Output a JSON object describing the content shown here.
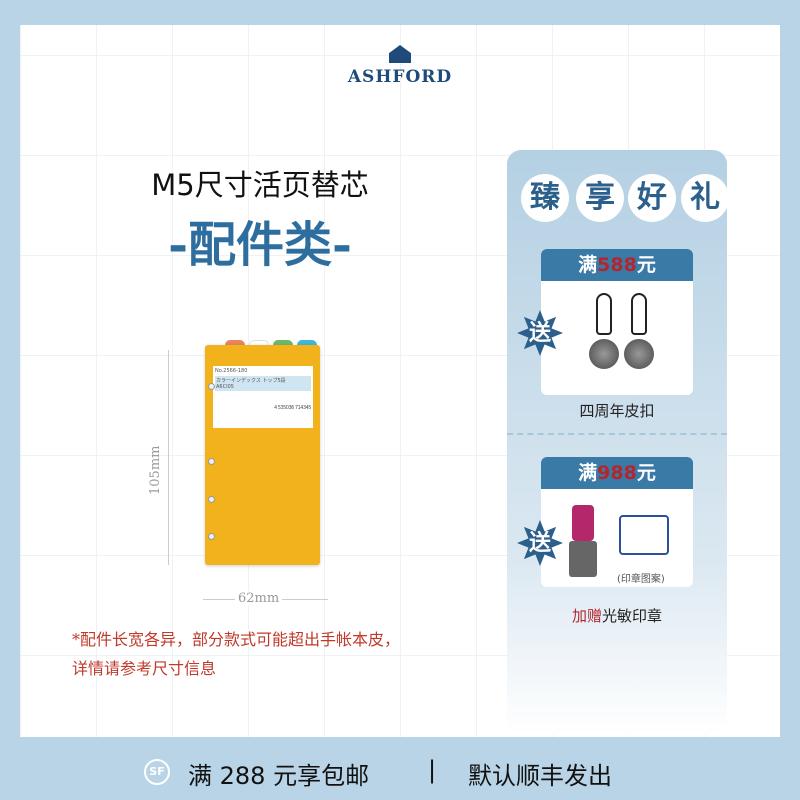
{
  "brand": {
    "logo_text": "ASHFORD"
  },
  "left": {
    "title": "M5尺寸活页替芯",
    "subtitle": "-配件类-",
    "product_label": {
      "number": "No.2566-180",
      "name": "カラーインデックス トップ5段",
      "code": "A6CI05",
      "barcode": "4 535036 714345"
    },
    "tab_colors": [
      "#e9845b",
      "#ffffff",
      "#6cb86a",
      "#3fb7d8"
    ],
    "height_label": "105mm",
    "width_label": "62mm",
    "note_lines": [
      "*配件长宽各异，部分款式可能超出手帐本皮，",
      "详情请参考尺寸信息"
    ]
  },
  "gifts": {
    "heading_chars": [
      "臻",
      "享",
      "好",
      "礼"
    ],
    "items": [
      {
        "prefix": "满",
        "amount": "588",
        "suffix": "元",
        "badge": "送",
        "caption": "四周年皮扣"
      },
      {
        "prefix": "满",
        "amount": "988",
        "suffix": "元",
        "badge": "送",
        "caption_highlight": "加赠",
        "caption": "光敏印章",
        "image_note": "(印章图案)"
      }
    ]
  },
  "footer": {
    "icon": "sf-express-icon",
    "shipping": "满 288 元享包邮",
    "separator": "|",
    "courier": "默认顺丰发出"
  },
  "colors": {
    "accent": "#2e6e9e",
    "highlight": "#b3262e",
    "background": "#b9d4e6"
  }
}
